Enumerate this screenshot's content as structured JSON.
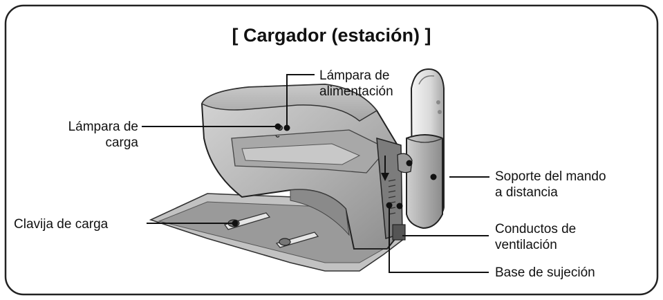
{
  "title": "[ Cargador (estación) ]",
  "labels": {
    "power_lamp": [
      "Lámpara de",
      "alimentación"
    ],
    "charge_lamp": [
      "Lámpara de",
      "carga"
    ],
    "remote_holder": [
      "Soporte del mando",
      "a distancia"
    ],
    "charge_pin": [
      "Clavija de carga"
    ],
    "vents": [
      "Conductos de",
      "ventilación"
    ],
    "base": [
      "Base de sujeción"
    ]
  }
}
